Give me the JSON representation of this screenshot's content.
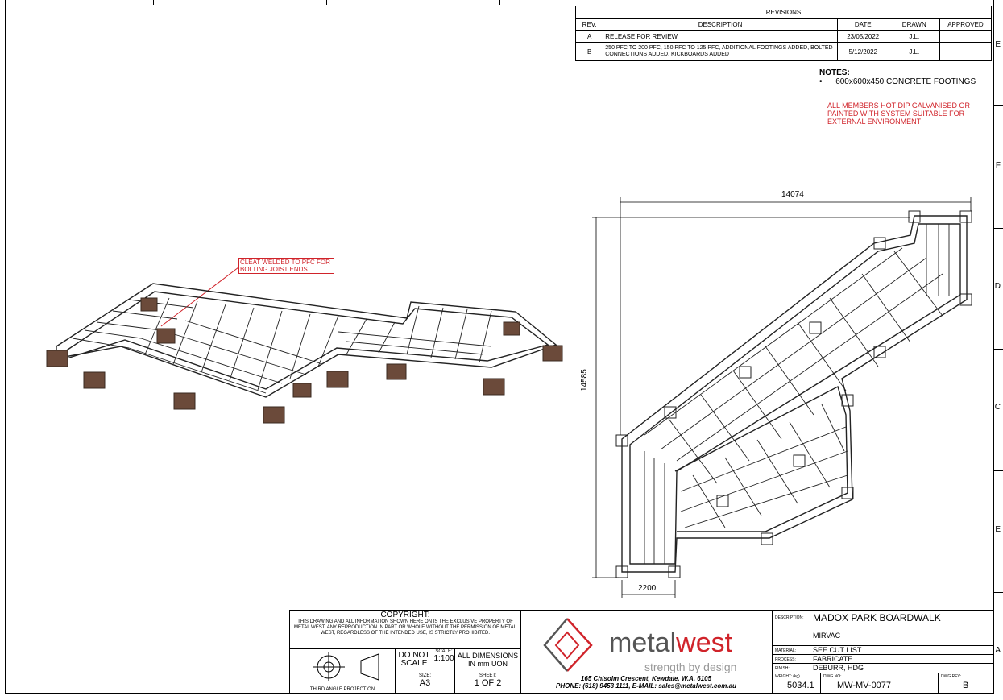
{
  "revisions": {
    "title": "REVISIONS",
    "headers": [
      "REV.",
      "DESCRIPTION",
      "DATE",
      "DRAWN",
      "APPROVED"
    ],
    "rows": [
      {
        "rev": "A",
        "description": "RELEASE FOR REVIEW",
        "date": "23/05/2022",
        "drawn": "J.L.",
        "approved": ""
      },
      {
        "rev": "B",
        "description": "250 PFC TO 200 PFC, 150 PFC TO 125 PFC, ADDITIONAL FOOTINGS ADDED, BOLTED CONNECTIONS ADDED, KICKBOARDS ADDED",
        "date": "5/12/2022",
        "drawn": "J.L.",
        "approved": ""
      }
    ]
  },
  "notes": {
    "heading": "NOTES:",
    "bullet": "•",
    "item": "600x600x450 CONCRETE FOOTINGS",
    "red_note": "ALL MEMBERS HOT DIP GALVANISED OR PAINTED WITH SYSTEM SUITABLE FOR EXTERNAL ENVIRONMENT"
  },
  "callout": "CLEAT WELDED TO PFC FOR BOLTING JOIST ENDS",
  "dimensions": {
    "top_width": "14074",
    "height": "14585",
    "bottom_width": "2200"
  },
  "side_letters": [
    "E",
    "F",
    "D",
    "C",
    "E",
    "A"
  ],
  "title_block": {
    "copyright_title": "COPYRIGHT:",
    "copyright_text": "THIS DRAWING AND ALL INFORMATION SHOWN HERE ON IS THE EXCLUSIVE PROPERTY OF METAL WEST. ANY REPRODUCTION IN PART OR WHOLE WITHOUT THE PERMISSION OF METAL WEST, REGARDLESS OF THE INTENDED USE, IS STRICTLY PROHIBITED.",
    "projection": "THIRD ANGLE PROJECTION",
    "do_not_scale": "DO NOT SCALE",
    "scale_label": "SCALE:",
    "scale": "1:100",
    "all_dims": "ALL DIMENSIONS IN mm UON",
    "size_label": "SIZE:",
    "size": "A3",
    "sheet_label": "SHEET:",
    "sheet": "1 OF 2",
    "logo_metal": "metal",
    "logo_west": "west",
    "tagline": "strength by design",
    "address": "165 Chisolm Crescent, Kewdale, W.A. 6105",
    "phone": "PHONE: (618) 9453 1111, E-MAIL: sales@metalwest.com.au",
    "description_label": "DESCRIPTION:",
    "description": "MADOX PARK BOARDWALK",
    "client": "MIRVAC",
    "material_label": "MATERIAL:",
    "material": "SEE CUT LIST",
    "process_label": "PROCESS:",
    "process": "FABRICATE",
    "finish_label": "FINISH:",
    "finish": "DEBURR, HDG",
    "weight_label": "WEIGHT: (kg)",
    "weight": "5034.1",
    "dwg_label": "DWG NO:",
    "dwg": "MW-MV-0077",
    "dwgrev_label": "DWG REV:",
    "dwgrev": "B"
  },
  "colors": {
    "accent": "#d0232a",
    "line": "#000000",
    "footing": "#6b4a3a"
  }
}
